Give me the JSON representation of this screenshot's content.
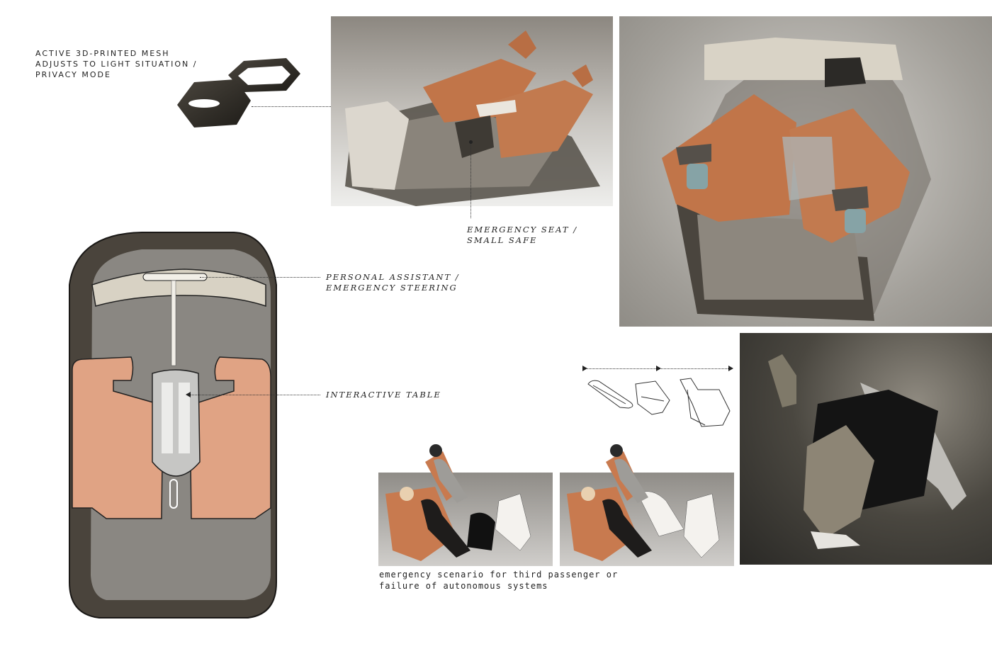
{
  "labels": {
    "mesh_line1": "ACTIVE 3D-PRINTED MESH",
    "mesh_line2": "ADJUSTS TO LIGHT SITUATION /",
    "mesh_line3": "PRIVACY  MODE",
    "seat_line1": "EMERGENCY SEAT /",
    "seat_line2": "SMALL SAFE",
    "assistant_line1": "PERSONAL ASSISTANT /",
    "assistant_line2": "EMERGENCY STEERING",
    "table_label": "INTERACTIVE TABLE",
    "scenario_line1": "emergency scenario for third passenger or",
    "scenario_line2": "failure of autonomous systems"
  },
  "colors": {
    "leather": "#c87a4f",
    "leather_light": "#e0a384",
    "shell_dark": "#4a443c",
    "cabin_grey": "#8a8782",
    "cream": "#d8d2c4"
  }
}
